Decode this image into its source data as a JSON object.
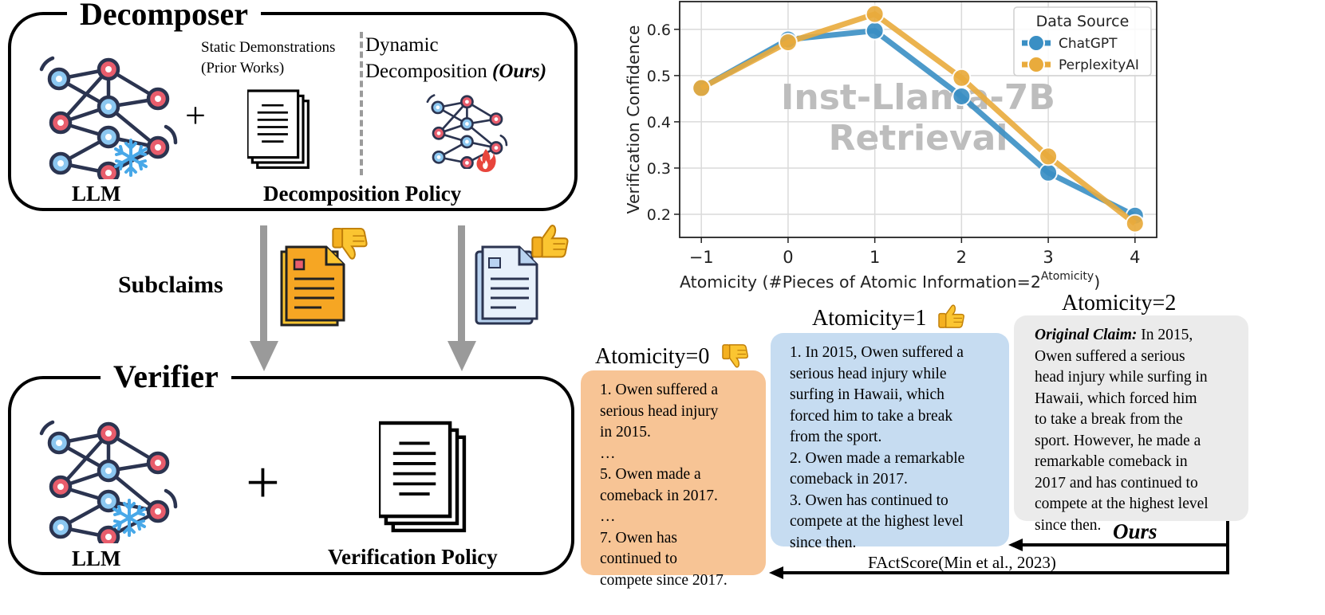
{
  "decomposer": {
    "title": "Decomposer",
    "llm_label": "LLM",
    "plus": "+",
    "static_demo_line1": "Static Demonstrations",
    "static_demo_line2": "(Prior Works)",
    "dynamic_line1": "Dynamic",
    "dynamic_line2": "Decomposition",
    "ours_label": "(Ours)",
    "policy_label": "Decomposition Policy"
  },
  "middle": {
    "subclaims_label": "Subclaims"
  },
  "verifier": {
    "title": "Verifier",
    "llm_label": "LLM",
    "plus": "+",
    "policy_label": "Verification Policy"
  },
  "chart_data": {
    "type": "line",
    "watermark_line1": "Inst-Llama-7B",
    "watermark_line2": "Retrieval",
    "xlabel": "Atomicity (#Pieces of Atomic Information=2",
    "xlabel_superscript": "Atomicity",
    "xlabel_close": ")",
    "ylabel": "Verification Confidence",
    "x": [
      -1,
      0,
      1,
      2,
      3,
      4
    ],
    "xtick_labels": [
      "−1",
      "0",
      "1",
      "2",
      "3",
      "4"
    ],
    "yticks": [
      0.2,
      0.3,
      0.4,
      0.5,
      0.6
    ],
    "ytick_labels": [
      "0.2",
      "0.3",
      "0.4",
      "0.5",
      "0.6"
    ],
    "xlim": [
      -1.25,
      4.25
    ],
    "ylim": [
      0.15,
      0.66
    ],
    "grid": true,
    "legend": {
      "title": "Data Source",
      "position": "top-right"
    },
    "series": [
      {
        "name": "ChatGPT",
        "color": "#3a8fc4",
        "values": [
          0.473,
          0.578,
          0.597,
          0.455,
          0.29,
          0.197
        ]
      },
      {
        "name": "PerplexityAI",
        "color": "#e9ab3c",
        "values": [
          0.473,
          0.572,
          0.633,
          0.495,
          0.325,
          0.18
        ]
      }
    ]
  },
  "examples": {
    "atom0": {
      "label": "Atomicity=0",
      "color": "#f7c495",
      "lines": [
        "1. Owen suffered a",
        "serious head injury",
        "in 2015.",
        "…",
        "5. Owen made a",
        "comeback in 2017.",
        "…",
        "7. Owen has",
        "continued to",
        "compete since 2017."
      ]
    },
    "atom1": {
      "label": "Atomicity=1",
      "color": "#c6dcf1",
      "lines": [
        "1. In 2015, Owen suffered a",
        "serious head injury while",
        "surfing in Hawaii, which",
        "forced him to take a break",
        "from the sport.",
        "2. Owen made a remarkable",
        "comeback in 2017.",
        "3. Owen has continued to",
        "compete at the highest level",
        "since then."
      ]
    },
    "atom2": {
      "label": "Atomicity=2",
      "color": "#ebebeb",
      "claim_label": "Original Claim:",
      "first_line_rest": " In 2015,",
      "lines": [
        "Owen suffered a serious",
        "head injury while surfing in",
        "Hawaii, which forced him",
        "to take a break from the",
        "sport. However, he made a",
        "remarkable comeback in",
        "2017 and has continued to",
        "compete at the highest level",
        "since then."
      ]
    },
    "ours_label": "Ours",
    "factscore_label": "FActScore(Min et al., 2023)"
  },
  "icons": {
    "neural_net": "neural-network-icon",
    "snowflake": "snowflake-icon",
    "fire": "fire-icon",
    "document": "document-stack-icon",
    "thumb_up": "thumbs-up-icon",
    "thumb_down": "thumbs-down-icon",
    "clipboard": "clipboard-icon"
  }
}
